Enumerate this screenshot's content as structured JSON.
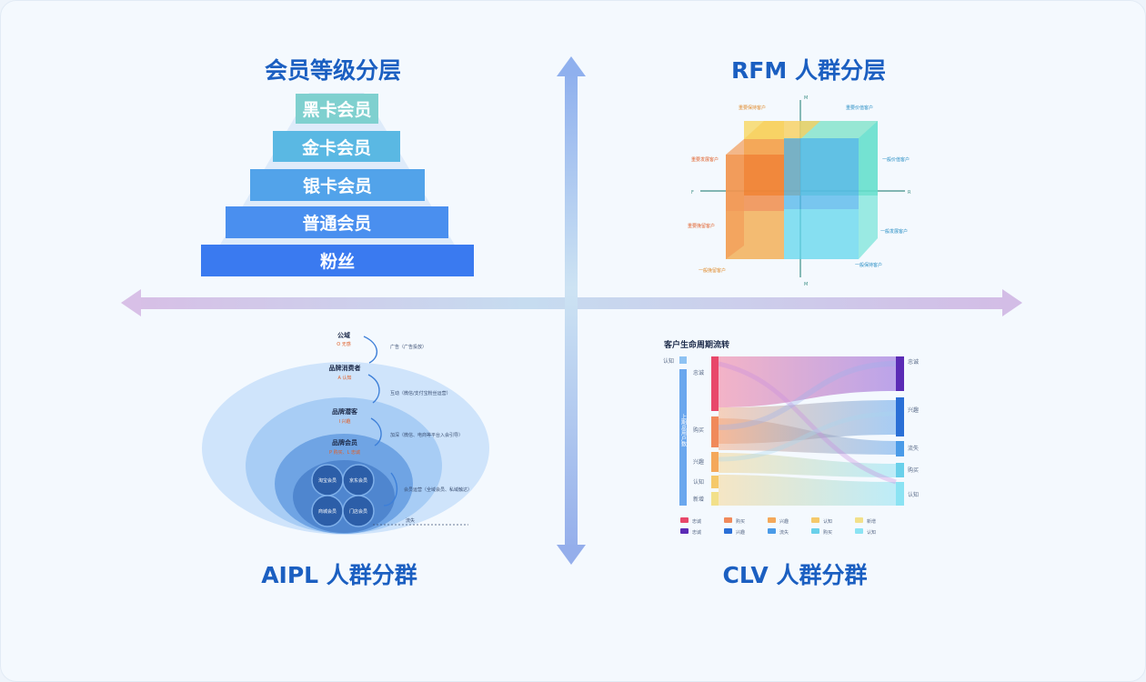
{
  "quadrants": {
    "member": {
      "title": "会员等级分层",
      "tiers": [
        "黑卡会员",
        "金卡会员",
        "银卡会员",
        "普通会员",
        "粉丝"
      ],
      "tier_colors": [
        "#7fd0cf",
        "#5ab8e3",
        "#52a3ea",
        "#4a8fef",
        "#3a7af0"
      ]
    },
    "rfm": {
      "title": "RFM 人群分层",
      "labels": {
        "top_left": "重要保持客户",
        "top_right": "重要价值客户",
        "mid_left": "重要发展客户",
        "right_mid": "一般价值客户",
        "left_low": "重要挽留客户",
        "right_low": "一般发展客户",
        "bottom_left": "一般挽留客户",
        "bottom_right": "一般保持客户",
        "axis_top": "M",
        "axis_left": "F",
        "axis_right": "R",
        "axis_bottom": "M"
      }
    },
    "aipl": {
      "title": "AIPL 人群分群",
      "levels": [
        {
          "name": "公域",
          "tag": "O 无感"
        },
        {
          "name": "品牌消费者",
          "tag": "A 认知"
        },
        {
          "name": "品牌潜客",
          "tag": "I 兴趣"
        },
        {
          "name": "品牌会员",
          "tag": "P 购买、L 忠诚"
        }
      ],
      "channels": [
        "淘宝会员",
        "京东会员",
        "商城会员",
        "门店会员"
      ],
      "notes": [
        "广告（广告投放）",
        "互动（微信/支付宝粉丝运营）",
        "加深（微信、电商等平台入会引导）",
        "会员运营（全域会员、私域触达）",
        "流失"
      ]
    },
    "clv": {
      "title": "CLV 人群分群",
      "chart_title": "客户生命周期流转",
      "left_nodes": [
        "认知",
        "忠诚",
        "购买",
        "兴趣",
        "认知",
        "新增"
      ],
      "right_nodes": [
        "忠诚",
        "兴趣",
        "流失",
        "购买",
        "认知"
      ],
      "side_label": "上期总用户数",
      "legend": [
        {
          "label": "忠诚",
          "color": "#e8476a"
        },
        {
          "label": "购买",
          "color": "#f08a5b"
        },
        {
          "label": "兴趣",
          "color": "#f4a85a"
        },
        {
          "label": "认知",
          "color": "#f5c96a"
        },
        {
          "label": "新增",
          "color": "#f2e08a"
        },
        {
          "label": "忠诚",
          "color": "#5b2bb5"
        },
        {
          "label": "兴趣",
          "color": "#2a6fd6"
        },
        {
          "label": "流失",
          "color": "#4a9be8"
        },
        {
          "label": "购买",
          "color": "#69d0ea"
        },
        {
          "label": "认知",
          "color": "#8be3f3"
        }
      ]
    }
  }
}
